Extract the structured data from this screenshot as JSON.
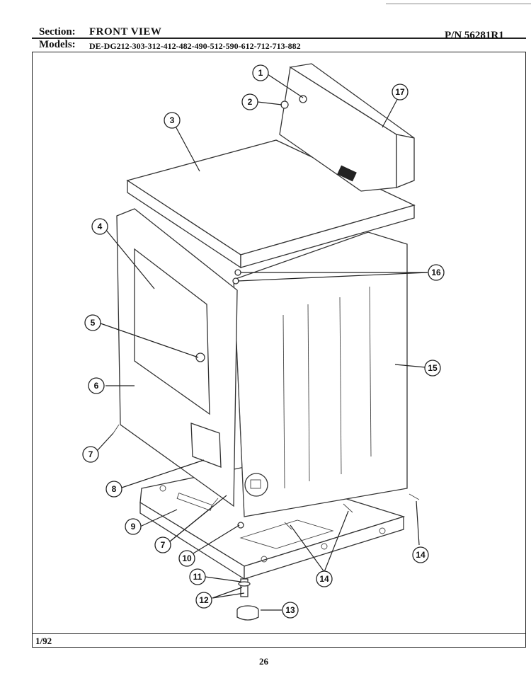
{
  "header": {
    "section_label": "Section:",
    "section_value": "FRONT VIEW",
    "pn": "P/N 56281R1",
    "models_label": "Models:",
    "models_value": "DE-DG212-303-312-412-482-490-512-590-612-712-713-882"
  },
  "footer": {
    "date": "1/92",
    "page_number": "26"
  },
  "callouts": [
    "1",
    "2",
    "3",
    "4",
    "5",
    "6",
    "7",
    "8",
    "9",
    "7",
    "10",
    "11",
    "12",
    "13",
    "14",
    "14",
    "15",
    "16",
    "17"
  ]
}
